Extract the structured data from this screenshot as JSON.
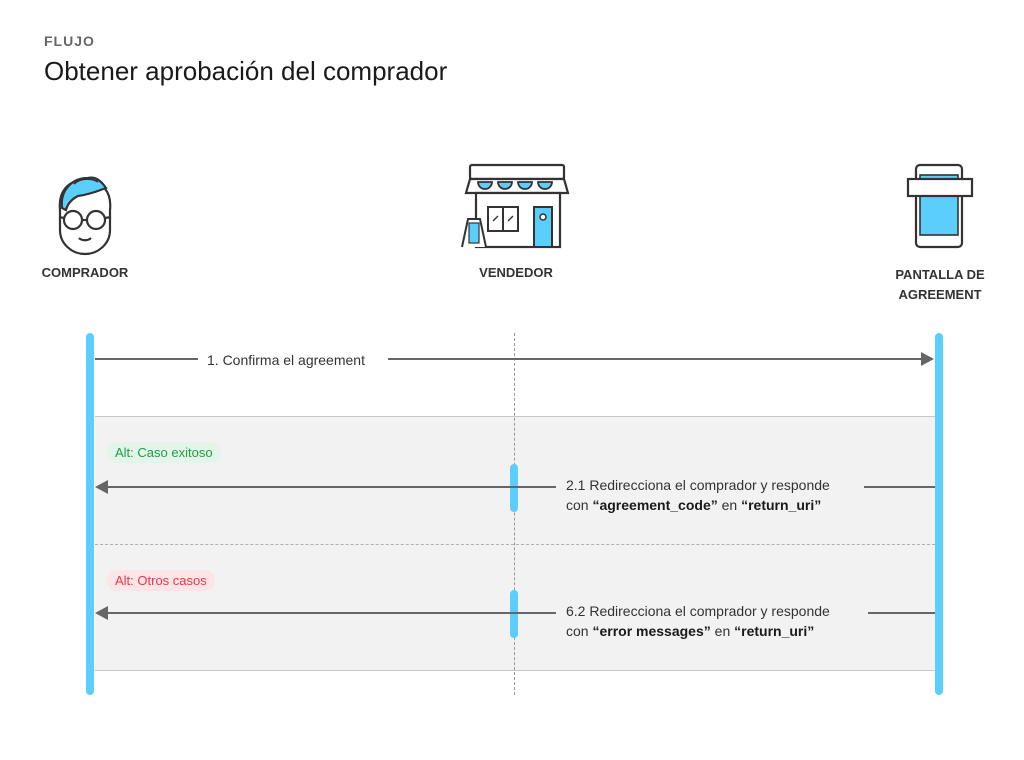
{
  "header": {
    "eyebrow": "FLUJO",
    "title": "Obtener aprobación del comprador"
  },
  "actors": {
    "buyer": {
      "label": "COMPRADOR",
      "icon": "buyer-avatar-icon"
    },
    "seller": {
      "label": "VENDEDOR",
      "icon": "store-icon"
    },
    "agreement": {
      "label_line1": "PANTALLA DE",
      "label_line2": "AGREEMENT",
      "icon": "phone-screen-icon"
    }
  },
  "messages": {
    "m1": {
      "text": "1. Confirma el agreement"
    },
    "alt_ok": {
      "label": "Alt: Caso exitoso"
    },
    "m21": {
      "line1": "2.1 Redirecciona el comprador y responde",
      "prefix": "con ",
      "code": "“agreement_code”",
      "middle": " en ",
      "uri": "“return_uri”"
    },
    "alt_err": {
      "label": "Alt: Otros casos"
    },
    "m62": {
      "line1": "6.2 Redirecciona el comprador y responde",
      "prefix": "con ",
      "code": "“error messages”",
      "middle": " en ",
      "uri": "“return_uri”"
    }
  },
  "colors": {
    "accent": "#5ccefc",
    "success": "#1f9e47",
    "error": "#e8374a",
    "arrow": "#666666"
  }
}
